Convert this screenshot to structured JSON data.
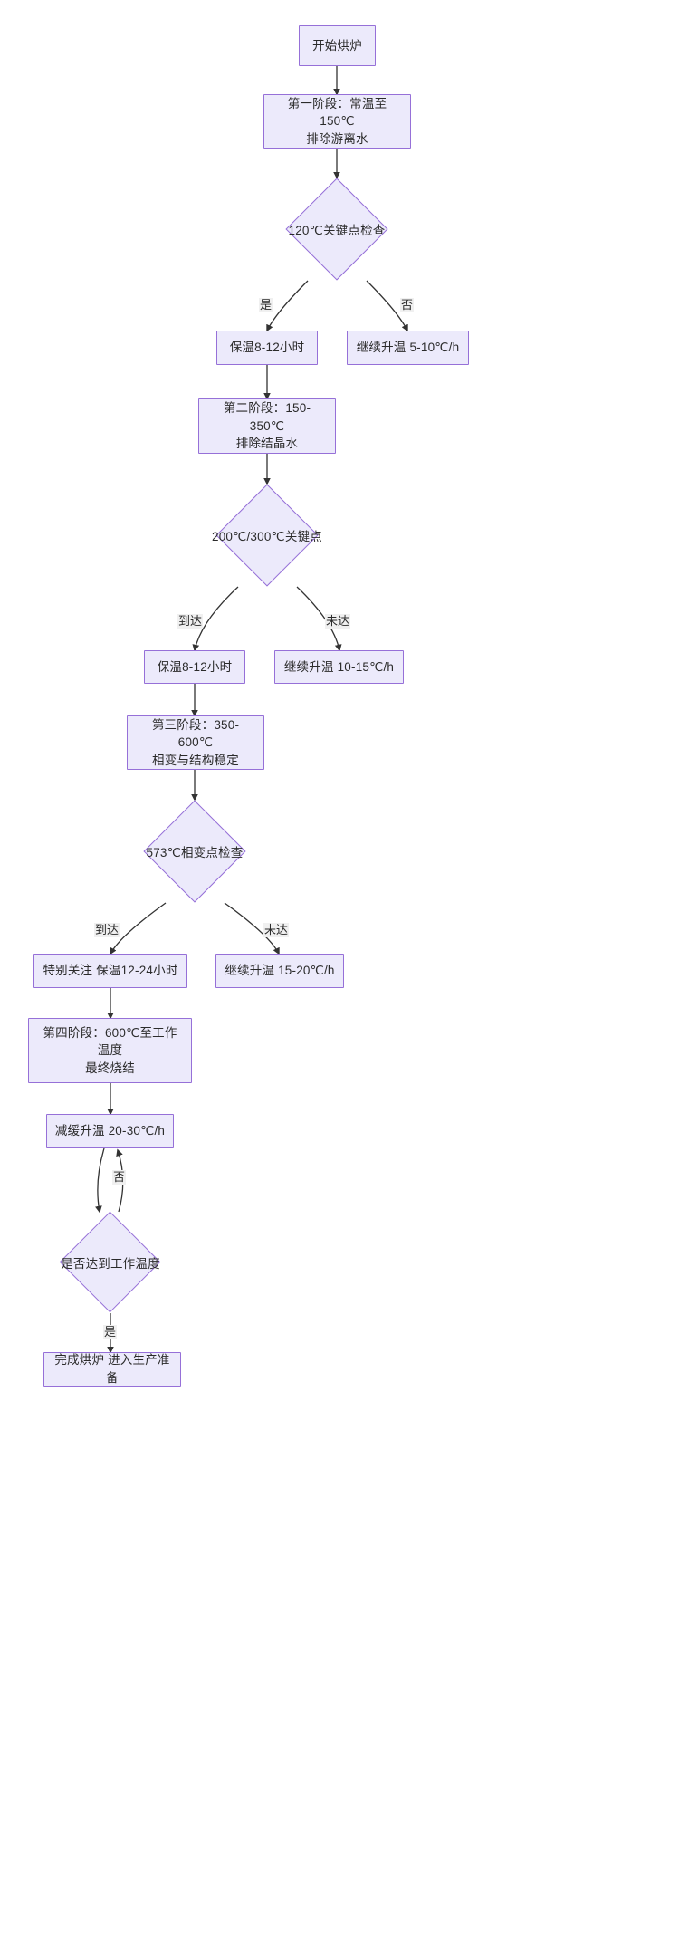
{
  "diagram": {
    "title": "烘炉流程图",
    "type": "flowchart",
    "direction": "top-down",
    "theme": {
      "node_fill": "#ECEAFB",
      "node_stroke": "#9670D8",
      "text_color": "#2b2b2b",
      "edge_color": "#333333",
      "edge_label_bg": "#f0f0f0",
      "background": "#ffffff"
    }
  },
  "nodes": [
    {
      "id": "start",
      "shape": "rect",
      "label": "开始烘炉"
    },
    {
      "id": "stage1",
      "shape": "rect",
      "label": "第一阶段：常温至150℃\n排除游离水"
    },
    {
      "id": "check120",
      "shape": "diamond",
      "label": "120℃关键点检查"
    },
    {
      "id": "hold1",
      "shape": "rect",
      "label": "保温8-12小时"
    },
    {
      "id": "ramp1",
      "shape": "rect",
      "label": "继续升温 5-10℃/h"
    },
    {
      "id": "stage2",
      "shape": "rect",
      "label": "第二阶段：150-350℃\n排除结晶水"
    },
    {
      "id": "check200300",
      "shape": "diamond",
      "label": "200℃/300℃关键点"
    },
    {
      "id": "hold2",
      "shape": "rect",
      "label": "保温8-12小时"
    },
    {
      "id": "ramp2",
      "shape": "rect",
      "label": "继续升温 10-15℃/h"
    },
    {
      "id": "stage3",
      "shape": "rect",
      "label": "第三阶段：350-600℃\n相变与结构稳定"
    },
    {
      "id": "check573",
      "shape": "diamond",
      "label": "573℃相变点检查"
    },
    {
      "id": "hold3",
      "shape": "rect",
      "label": "特别关注 保温12-24小时"
    },
    {
      "id": "ramp3",
      "shape": "rect",
      "label": "继续升温 15-20℃/h"
    },
    {
      "id": "stage4",
      "shape": "rect",
      "label": "第四阶段：600℃至工作温度\n最终烧结"
    },
    {
      "id": "slowramp",
      "shape": "rect",
      "label": "减缓升温 20-30℃/h"
    },
    {
      "id": "checkwork",
      "shape": "diamond",
      "label": "是否达到工作温度"
    },
    {
      "id": "done",
      "shape": "rect",
      "label": "完成烘炉 进入生产准备"
    }
  ],
  "edges": [
    {
      "from": "start",
      "to": "stage1",
      "label": ""
    },
    {
      "from": "stage1",
      "to": "check120",
      "label": ""
    },
    {
      "from": "check120",
      "to": "hold1",
      "label": "是"
    },
    {
      "from": "check120",
      "to": "ramp1",
      "label": "否"
    },
    {
      "from": "hold1",
      "to": "stage2",
      "label": ""
    },
    {
      "from": "stage2",
      "to": "check200300",
      "label": ""
    },
    {
      "from": "check200300",
      "to": "hold2",
      "label": "到达"
    },
    {
      "from": "check200300",
      "to": "ramp2",
      "label": "未达"
    },
    {
      "from": "hold2",
      "to": "stage3",
      "label": ""
    },
    {
      "from": "stage3",
      "to": "check573",
      "label": ""
    },
    {
      "from": "check573",
      "to": "hold3",
      "label": "到达"
    },
    {
      "from": "check573",
      "to": "ramp3",
      "label": "未达"
    },
    {
      "from": "hold3",
      "to": "stage4",
      "label": ""
    },
    {
      "from": "stage4",
      "to": "slowramp",
      "label": ""
    },
    {
      "from": "slowramp",
      "to": "checkwork",
      "label": ""
    },
    {
      "from": "checkwork",
      "to": "slowramp",
      "label": "否"
    },
    {
      "from": "checkwork",
      "to": "done",
      "label": "是"
    }
  ],
  "edge_labels": {
    "yes": "是",
    "no": "否",
    "reached": "到达",
    "not_reached": "未达"
  }
}
